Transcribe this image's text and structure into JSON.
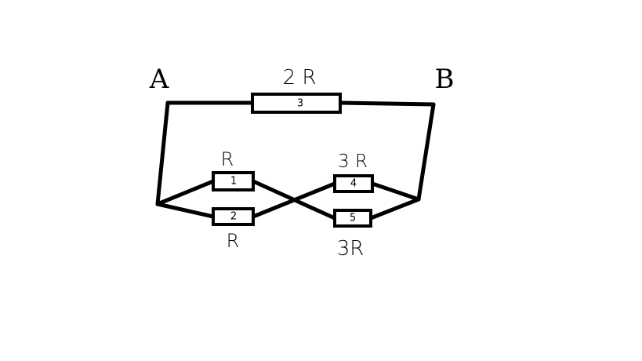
{
  "nodes": {
    "a_label": "A",
    "b_label": "B"
  },
  "resistors": [
    {
      "id": "r3",
      "number": "3",
      "value_label": "2 R"
    },
    {
      "id": "r1",
      "number": "1",
      "value_label": "R"
    },
    {
      "id": "r2",
      "number": "2",
      "value_label": "R"
    },
    {
      "id": "r4",
      "number": "4",
      "value_label": "3 R"
    },
    {
      "id": "r5",
      "number": "5",
      "value_label": "3R"
    }
  ],
  "colors": {
    "ink": "#000000",
    "background": "#ffffff"
  }
}
